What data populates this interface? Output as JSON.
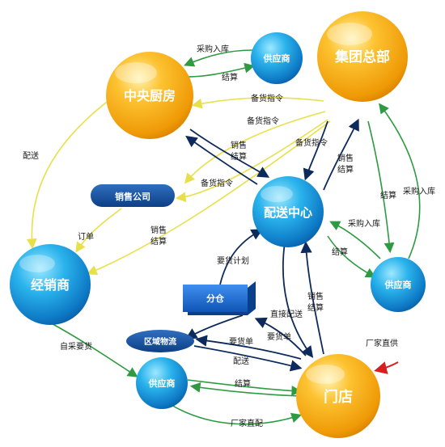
{
  "nodes": {
    "group_hq": "集团总部",
    "central_kitchen": "中央厨房",
    "supplier_top": "供应商",
    "distribution_center": "配送中心",
    "sales_company": "销售公司",
    "distributor": "经销商",
    "branch_warehouse": "分仓",
    "supplier_right": "供应商",
    "regional_logistics": "区域物流",
    "supplier_bottom": "供应商",
    "store": "门店"
  },
  "edges": {
    "purchase_in_1": "采购入库",
    "settle_1": "结算",
    "stock_order_1": "备货指令",
    "stock_order_2": "备货指令",
    "sales_1": "销售",
    "settle_2": "结算",
    "stock_order_3": "备货指令",
    "stock_order_4": "备货指令",
    "sales_2": "销售",
    "settle_3": "结算",
    "settle_4": "结算",
    "purchase_in_2": "采购入库",
    "purchase_in_3": "采购入库",
    "deliver_1": "配送",
    "order_1": "订单",
    "sales_3": "销售",
    "settle_5": "结算",
    "settle_6": "结算",
    "demand_plan": "要货计划",
    "sales_4": "销售",
    "settle_7": "结算",
    "direct_deliver": "直接配送",
    "demand_order_1": "要货单",
    "demand_order_2": "要货单",
    "deliver_2": "配送",
    "self_purchase": "自采要货",
    "settle_8": "结算",
    "factory_direct_1": "厂家直供",
    "factory_direct_2": "厂家直配"
  }
}
